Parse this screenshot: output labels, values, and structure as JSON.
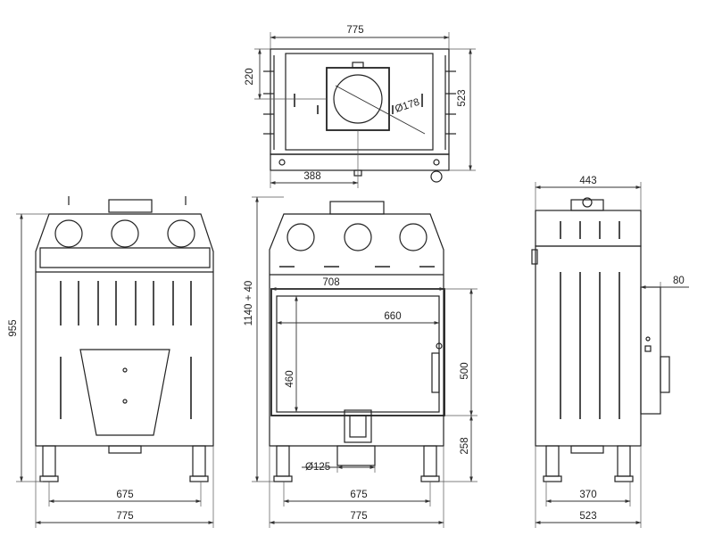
{
  "dimensions": {
    "top_width": "775",
    "top_depth": "220",
    "top_height": "523",
    "top_offset": "388",
    "flue_diameter": "Ø178",
    "front_height": "955",
    "front_inner_width": "675",
    "front_total_width": "775",
    "center_height": "1140 + 40",
    "door_width": "708",
    "glass_width": "660",
    "glass_height": "460",
    "door_height": "500",
    "base_height": "258",
    "air_inlet_diameter": "Ø125",
    "center_inner_width": "675",
    "center_total_width": "775",
    "side_width": "443",
    "side_protrusion": "80",
    "side_inner_width": "370",
    "side_total_width": "523"
  }
}
